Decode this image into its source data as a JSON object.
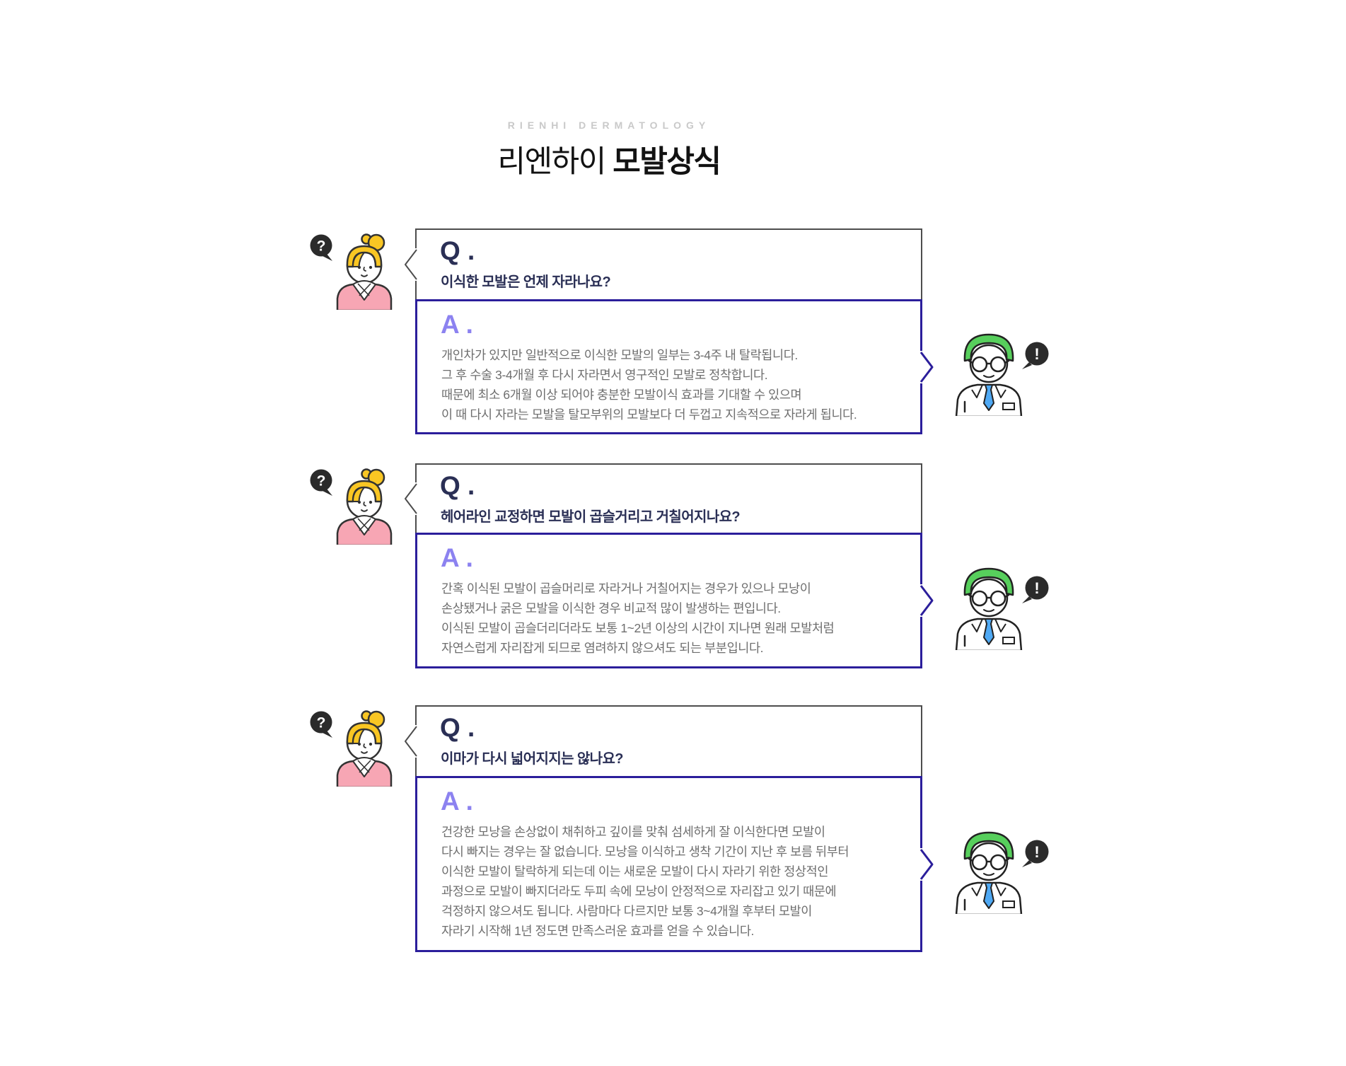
{
  "header": {
    "eyebrow": "RIENHI DERMATOLOGY",
    "title_regular": "리엔하이",
    "title_bold": "모발상식"
  },
  "labels": {
    "q": "Q .",
    "a": "A ."
  },
  "icons": {
    "question_bubble": "?",
    "exclamation_bubble": "!"
  },
  "colors": {
    "accent_navy": "#2a2f55",
    "accent_purple": "#8c82f0",
    "answer_border": "#2b1e9b",
    "question_border": "#4d4d4d",
    "answer_text": "#6e6e6e",
    "patient_hair": "#f9c623",
    "patient_top": "#f7a6b4",
    "doctor_hair": "#57cf5c",
    "doctor_tie": "#4fa9f4",
    "bubble": "#2b2b2b"
  },
  "qa": [
    {
      "question": "이식한 모발은 언제 자라나요?",
      "answer_lines": [
        "개인차가 있지만 일반적으로 이식한 모발의 일부는 3-4주 내 탈락됩니다.",
        "그 후 수술 3-4개월 후 다시 자라면서 영구적인 모발로 정착합니다.",
        "때문에 최소 6개월 이상 되어야 충분한 모발이식 효과를 기대할 수 있으며",
        "이 때 다시 자라는 모발을 탈모부위의 모발보다 더 두껍고 지속적으로 자라게 됩니다."
      ]
    },
    {
      "question": "헤어라인 교정하면 모발이 곱슬거리고 거칠어지나요?",
      "answer_lines": [
        "간혹 이식된 모발이 곱슬머리로 자라거나 거칠어지는 경우가 있으나 모낭이",
        "손상됐거나 굵은 모발을 이식한 경우 비교적 많이 발생하는 편입니다.",
        "이식된 모발이 곱슬더리더라도 보통 1~2년 이상의 시간이 지나면 원래 모발처럼",
        "자연스럽게 자리잡게 되므로 염려하지 않으셔도 되는 부분입니다."
      ]
    },
    {
      "question": "이마가 다시 넓어지지는 않나요?",
      "answer_lines": [
        "건강한 모낭을 손상없이 채취하고 깊이를 맞춰 섬세하게 잘 이식한다면 모발이",
        "다시 빠지는 경우는 잘 없습니다. 모낭을 이식하고 생착 기간이 지난 후 보름 뒤부터",
        "이식한 모발이 탈락하게 되는데 이는 새로운 모발이 다시 자라기 위한 정상적인",
        "과정으로 모발이 빠지더라도 두피 속에 모낭이 안정적으로 자리잡고 있기 때문에",
        "걱정하지 않으셔도 됩니다. 사람마다 다르지만 보통 3~4개월 후부터 모발이",
        "자라기 시작해 1년 정도면 만족스러운 효과를 얻을 수 있습니다."
      ]
    }
  ]
}
